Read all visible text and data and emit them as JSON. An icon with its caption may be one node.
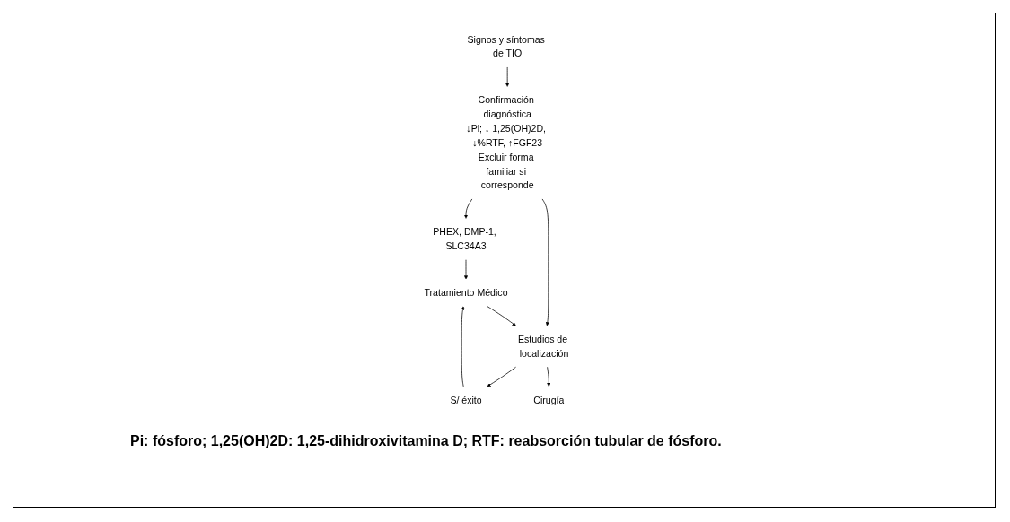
{
  "diagram": {
    "caption": "Pi: fósforo; 1,25(OH)2D: 1,25-dihidroxivitamina D; RTF: reabsorción tubular de fósforo.",
    "nodes": [
      {
        "text": [
          "Signos y síntomas de TIO"
        ]
      },
      {
        "text": [
          "Confirmación diagnóstica",
          "↓Pi; ↓ 1,25(OH)2D, ↓%RTF, ↑FGF23",
          "Excluir forma familiar si corresponde"
        ]
      },
      {
        "text": [
          "PHEX, DMP-1, SLC34A3"
        ]
      },
      {
        "text": [
          "Estudios de localización"
        ]
      },
      {
        "text": [
          "S/ éxito"
        ]
      },
      {
        "text": [
          "Tratamiento Médico"
        ]
      },
      {
        "text": [
          "Cirugía"
        ]
      }
    ],
    "edges": [
      {
        "from": 0,
        "to": 1,
        "arrow": "to"
      },
      {
        "from": 1,
        "to": 2,
        "arrow": "to"
      },
      {
        "from": 1,
        "to": 3,
        "arrow": "to"
      },
      {
        "from": 2,
        "to": 5,
        "arrow": "to"
      },
      {
        "from": 3,
        "to": 4,
        "arrow": "to"
      },
      {
        "from": 4,
        "to": 5,
        "arrow": "to"
      },
      {
        "from": 5,
        "to": 3,
        "arrow": "to"
      },
      {
        "from": 3,
        "to": 6,
        "arrow": "to"
      }
    ]
  }
}
